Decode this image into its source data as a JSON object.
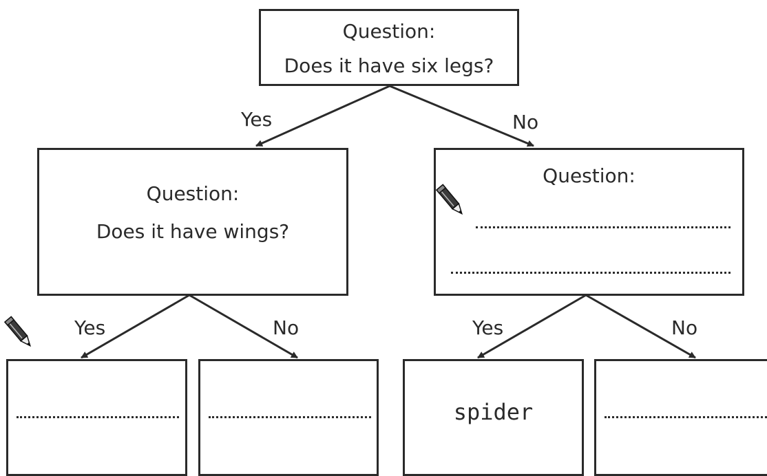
{
  "root": {
    "heading": "Question:",
    "question": "Does it have six legs?"
  },
  "branches": {
    "root_yes": "Yes",
    "root_no": "No",
    "left_yes": "Yes",
    "left_no": "No",
    "right_yes": "Yes",
    "right_no": "No"
  },
  "left_node": {
    "heading": "Question:",
    "question": "Does it have wings?"
  },
  "right_node": {
    "heading": "Question:",
    "question": ""
  },
  "leaves": {
    "leaf_3": "spider"
  },
  "icons": [
    "pencil-icon",
    "pencil-icon"
  ],
  "colors": {
    "line": "#2a2a2a",
    "background": "#ffffff"
  }
}
